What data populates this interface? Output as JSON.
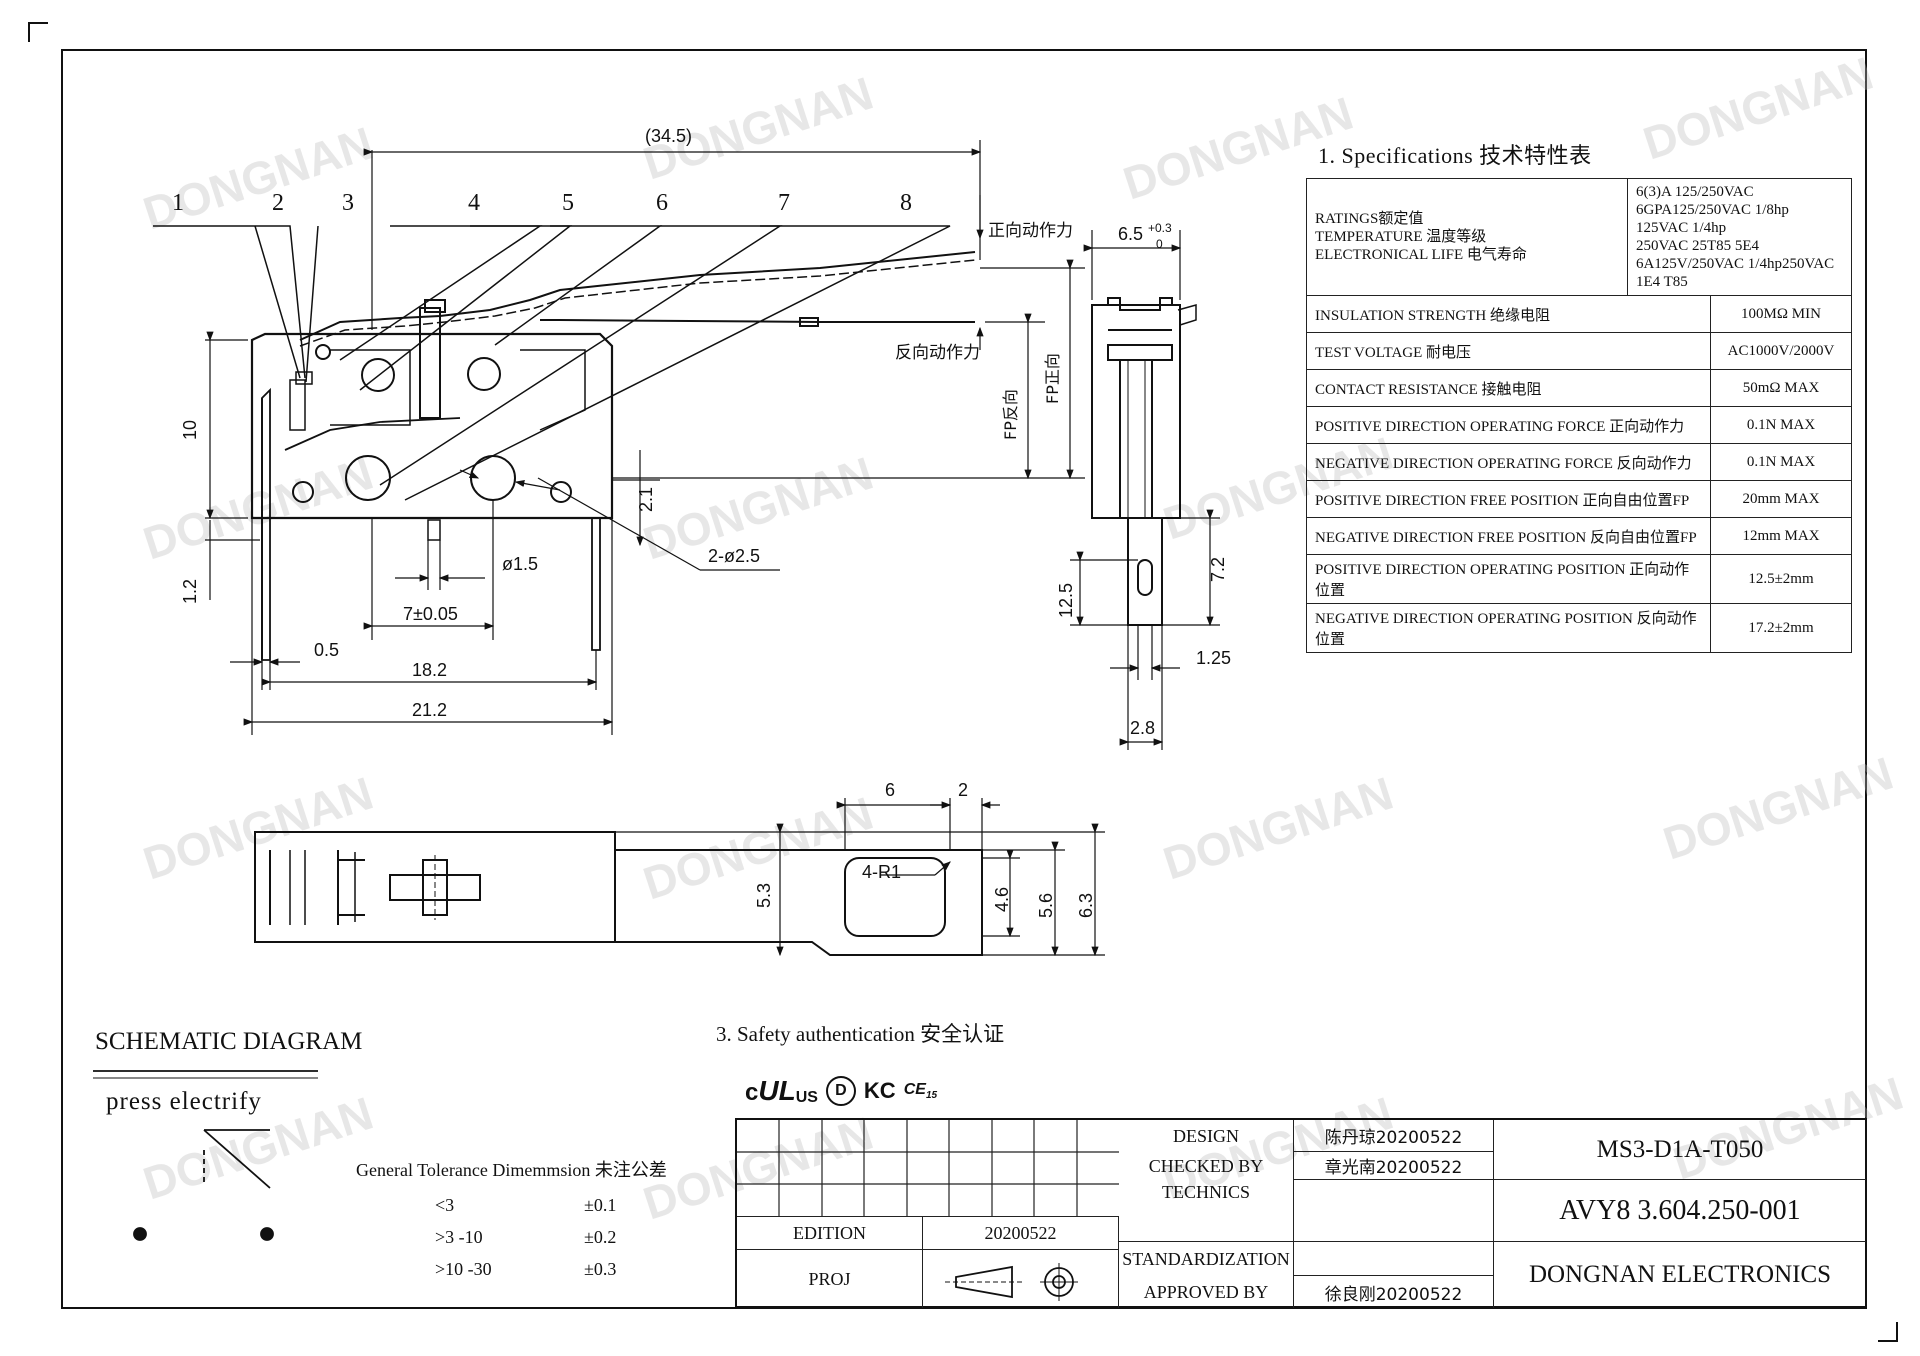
{
  "watermark": "DONGNAN",
  "top_view": {
    "part_numbers": [
      "1",
      "2",
      "3",
      "4",
      "5",
      "6",
      "7",
      "8"
    ],
    "dims": {
      "overall": "(34.5)",
      "d10": "10",
      "d1_2": "1.2",
      "d2_1": "2.1",
      "hole": "ø1.5",
      "pitch": "7±0.05",
      "holes2": "2-ø2.5",
      "d0_5": "0.5",
      "d18_2": "18.2",
      "d21_2": "21.2"
    },
    "labels": {
      "pos_force": "正向动作力",
      "neg_force": "反向动作力",
      "fp_neg": "FP反向",
      "fp_pos": "FP正向"
    }
  },
  "side_view": {
    "dims": {
      "width": "6.5",
      "tol_up": "+0.3",
      "tol_low": "0",
      "d7_2": "7.2",
      "d12_5": "12.5",
      "d1_25": "1.25",
      "d2_8": "2.8"
    }
  },
  "bottom_view": {
    "dims": {
      "d6": "6",
      "d2": "2",
      "r": "4-R1",
      "d5_3": "5.3",
      "d4_6": "4.6",
      "d5_6": "5.6",
      "d6_3": "6.3"
    }
  },
  "specs": {
    "title": "1. Specifications  技术特性表",
    "ratings_labels": [
      "RATINGS额定值",
      "TEMPERATURE 温度等级",
      "ELECTRONICAL LIFE 电气寿命"
    ],
    "ratings_values": [
      "6(3)A 125/250VAC",
      "6GPA125/250VAC 1/8hp 125VAC 1/4hp",
      "250VAC 25T85 5E4",
      "6A125V/250VAC 1/4hp250VAC 1E4 T85"
    ],
    "rows": [
      {
        "label": "INSULATION STRENGTH 绝缘电阻",
        "value": "100MΩ MIN"
      },
      {
        "label": "TEST VOLTAGE 耐电压",
        "value": "AC1000V/2000V"
      },
      {
        "label": "CONTACT RESISTANCE 接触电阻",
        "value": "50mΩ MAX"
      },
      {
        "label": "POSITIVE DIRECTION OPERATING FORCE 正向动作力",
        "value": "0.1N MAX"
      },
      {
        "label": "NEGATIVE DIRECTION OPERATING FORCE 反向动作力",
        "value": "0.1N MAX"
      },
      {
        "label": "POSITIVE DIRECTION FREE POSITION  正向自由位置FP",
        "value": "20mm MAX"
      },
      {
        "label": "NEGATIVE DIRECTION FREE POSITION 反向自由位置FP",
        "value": "12mm MAX"
      },
      {
        "label": "POSITIVE DIRECTION OPERATING POSITION 正向动作位置",
        "value": "12.5±2mm"
      },
      {
        "label": "NEGATIVE DIRECTION OPERATING POSITION 反向动作位置",
        "value": "17.2±2mm"
      }
    ]
  },
  "schematic": {
    "title": "SCHEMATIC DIAGRAM",
    "subtitle": "press electrify"
  },
  "tolerance": {
    "title": "General Tolerance Dimemmsion 未注公差",
    "rows": [
      {
        "range": "<3",
        "tol": "±0.1"
      },
      {
        "range": ">3 -10",
        "tol": "±0.2"
      },
      {
        "range": ">10 -30",
        "tol": "±0.3"
      }
    ]
  },
  "safety": {
    "title": "3. Safety authentication  安全认证",
    "marks": [
      "c",
      "UL",
      "US",
      "D",
      "KC",
      "CE",
      "15"
    ]
  },
  "title_block": {
    "edition_label": "EDITION",
    "edition_value": "20200522",
    "proj_label": "PROJ",
    "design_label": "DESIGN",
    "design_value": "陈丹琼20200522",
    "checked_label": "CHECKED BY",
    "checked_value": "章光南20200522",
    "technics_label": "TECHNICS",
    "standard_label": "STANDARDIZATION",
    "approved_label": "APPROVED BY",
    "approved_value": "徐良刚20200522",
    "part_no": "MS3-D1A-T050",
    "doc_no": "AVY8 3.604.250-001",
    "company": "DONGNAN ELECTRONICS"
  }
}
